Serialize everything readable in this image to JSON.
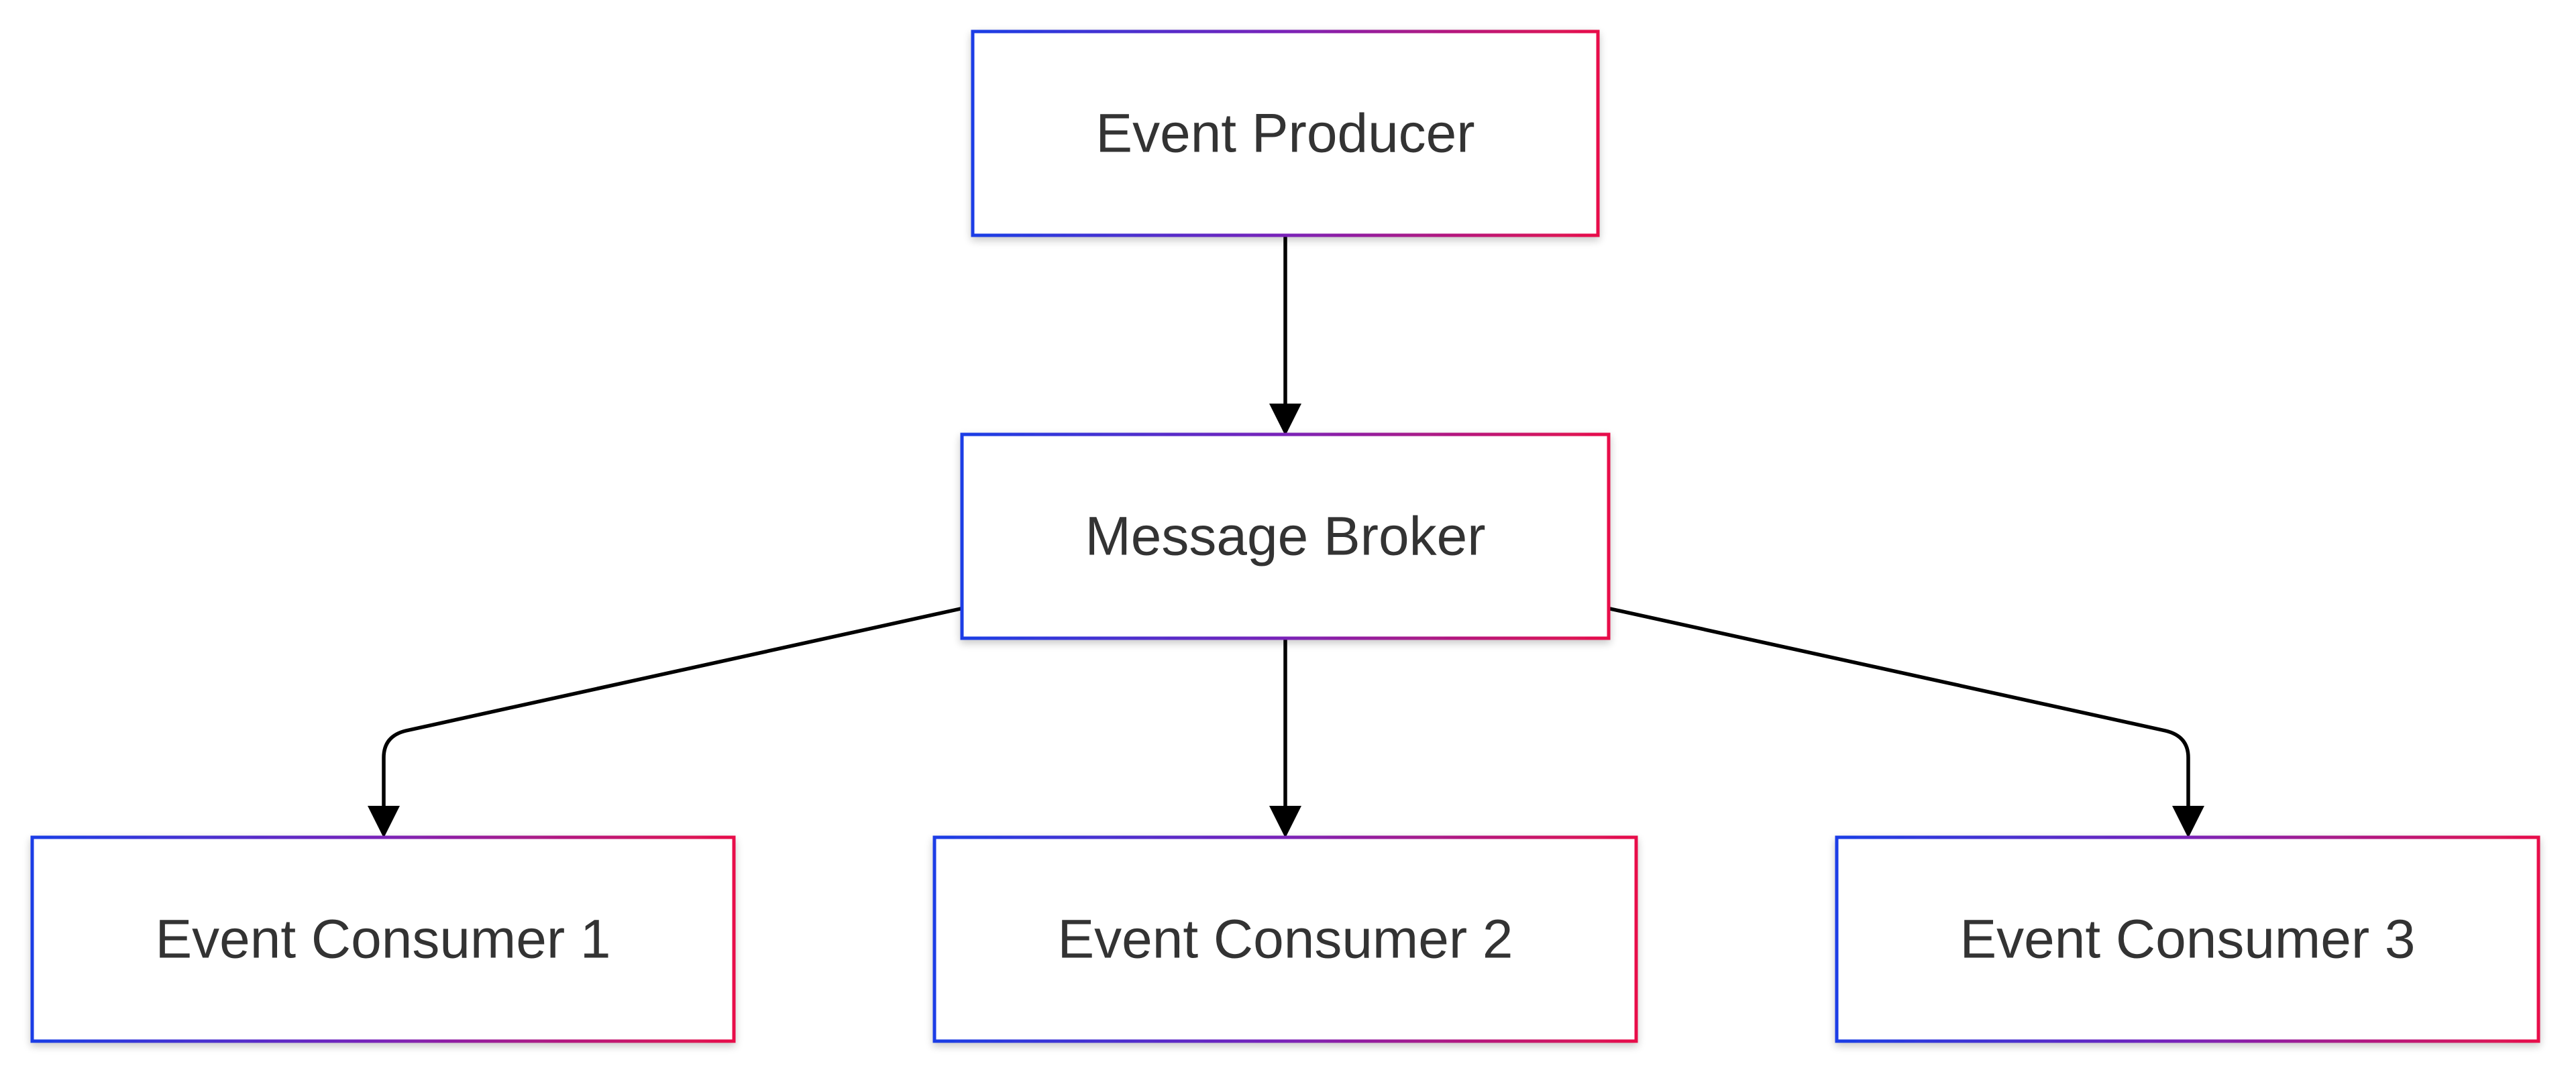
{
  "diagram": {
    "type": "flowchart",
    "direction": "top-down",
    "colors": {
      "node_fill": "#ffffff",
      "border_gradient_start": "#1a3ee6",
      "border_gradient_end": "#e8104a",
      "edge": "#000000",
      "text": "#333333"
    },
    "nodes": {
      "producer": {
        "label": "Event Producer"
      },
      "broker": {
        "label": "Message Broker"
      },
      "consumer1": {
        "label": "Event Consumer 1"
      },
      "consumer2": {
        "label": "Event Consumer 2"
      },
      "consumer3": {
        "label": "Event Consumer 3"
      }
    },
    "edges": [
      {
        "from": "producer",
        "to": "broker"
      },
      {
        "from": "broker",
        "to": "consumer1"
      },
      {
        "from": "broker",
        "to": "consumer2"
      },
      {
        "from": "broker",
        "to": "consumer3"
      }
    ]
  }
}
